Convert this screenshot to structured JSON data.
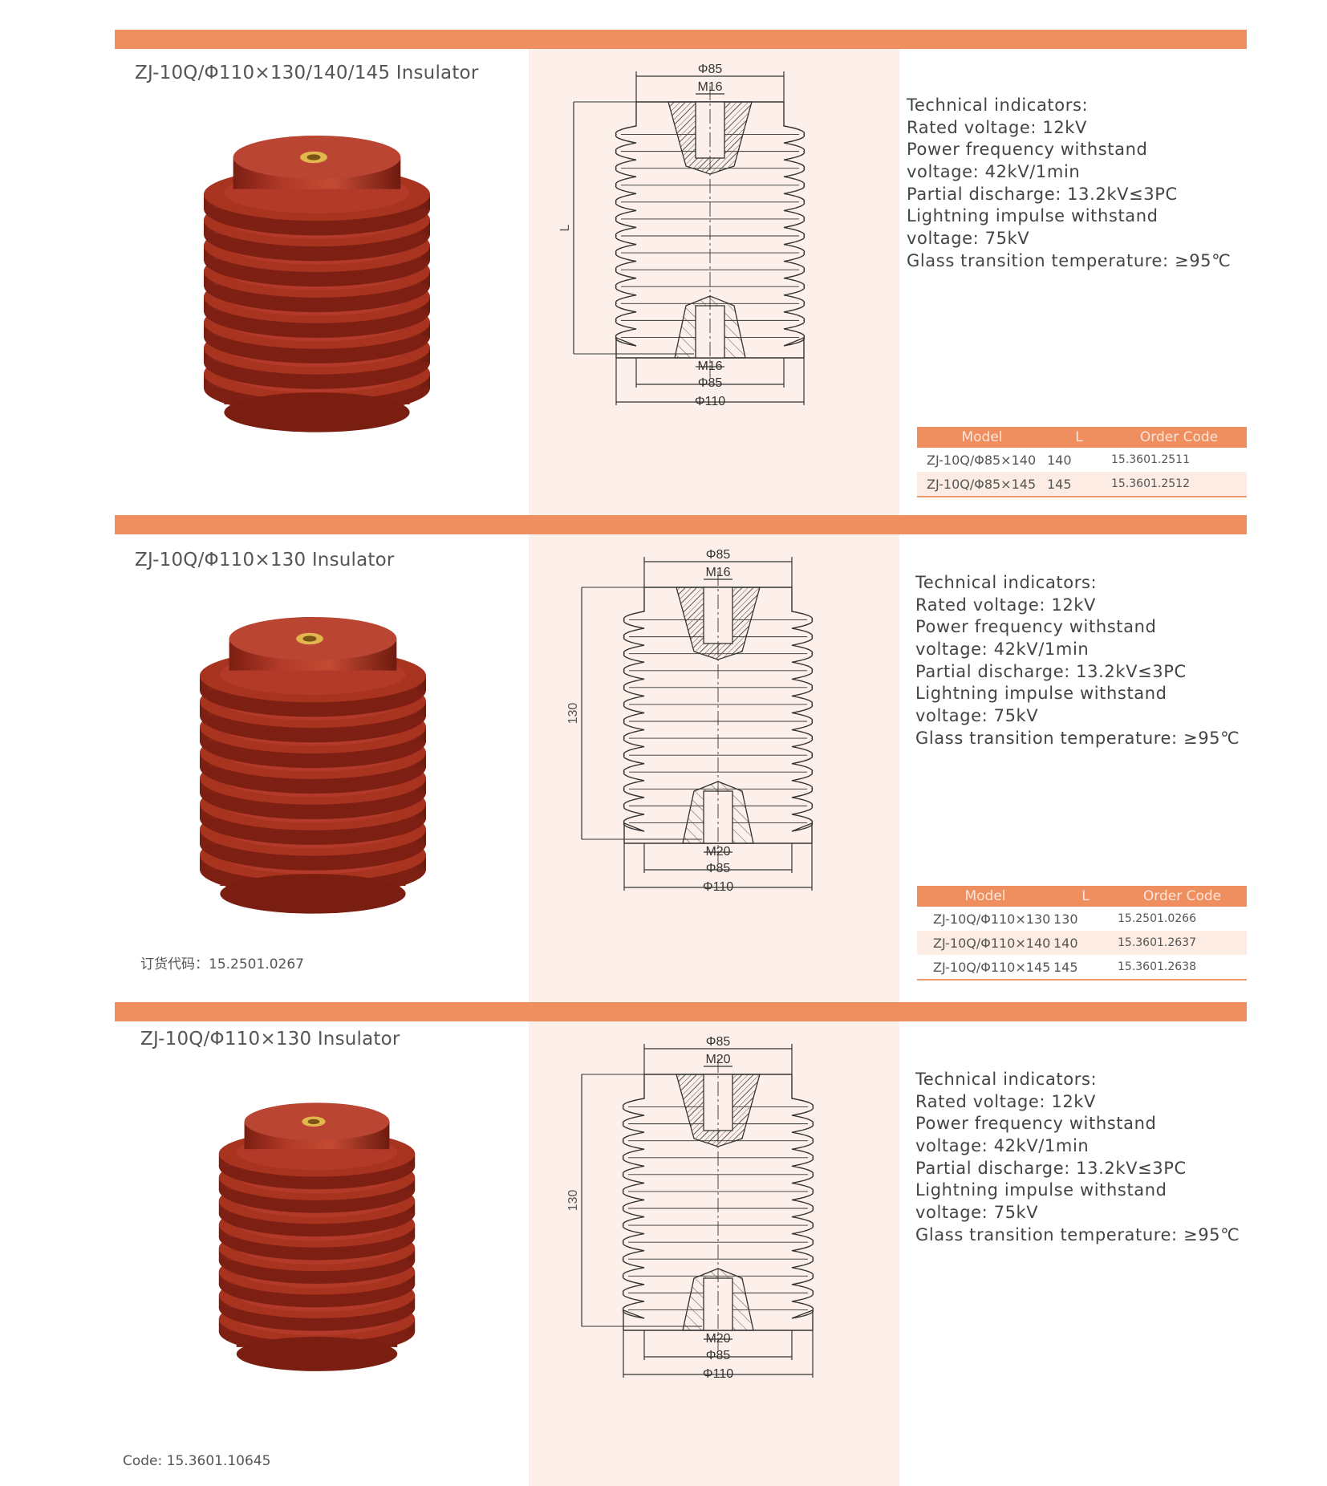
{
  "colors": {
    "accent": "#ef8f5f",
    "panel": "#fdf0ea",
    "insulator": "#b33a28"
  },
  "spec_labels": [
    "Technical indicators:",
    "Rated voltage: 12kV",
    "Power frequency withstand",
    "voltage: 42kV/1min",
    "Partial discharge: 13.2kV≤3PC",
    "Lightning impulse withstand",
    "voltage: 75kV",
    "Glass transition temperature: ≥95℃"
  ],
  "table_header": {
    "model": "Model",
    "length": "L",
    "code": "Order Code"
  },
  "sections": [
    {
      "title": "ZJ-10Q/Φ110×130/140/145 Insulator",
      "drawing": {
        "top_dia": "Φ85",
        "top_thread": "M16",
        "length": "L",
        "bottom_thread": "M16",
        "bottom_dia": "Φ85",
        "outer_dia": "Φ110"
      },
      "rows": [
        {
          "model": "ZJ-10Q/Φ85×140",
          "length": "140",
          "code": "15.3601.2511"
        },
        {
          "model": "ZJ-10Q/Φ85×145",
          "length": "145",
          "code": "15.3601.2512"
        }
      ]
    },
    {
      "title": "ZJ-10Q/Φ110×130 Insulator",
      "drawing": {
        "top_dia": "Φ85",
        "top_thread": "M16",
        "length": "130",
        "bottom_thread": "M20",
        "bottom_dia": "Φ85",
        "outer_dia": "Φ110"
      },
      "rows": [
        {
          "model": "ZJ-10Q/Φ110×130",
          "length": "130",
          "code": "15.2501.0266"
        },
        {
          "model": "ZJ-10Q/Φ110×140",
          "length": "140",
          "code": "15.3601.2637"
        },
        {
          "model": "ZJ-10Q/Φ110×145",
          "length": "145",
          "code": "15.3601.2638"
        }
      ],
      "order_code": "订货代码：15.2501.0267"
    },
    {
      "title": "ZJ-10Q/Φ110×130 Insulator",
      "drawing": {
        "top_dia": "Φ85",
        "top_thread": "M20",
        "length": "130",
        "bottom_thread": "M20",
        "bottom_dia": "Φ85",
        "outer_dia": "Φ110"
      },
      "order_code": "Code:  15.3601.10645"
    }
  ]
}
